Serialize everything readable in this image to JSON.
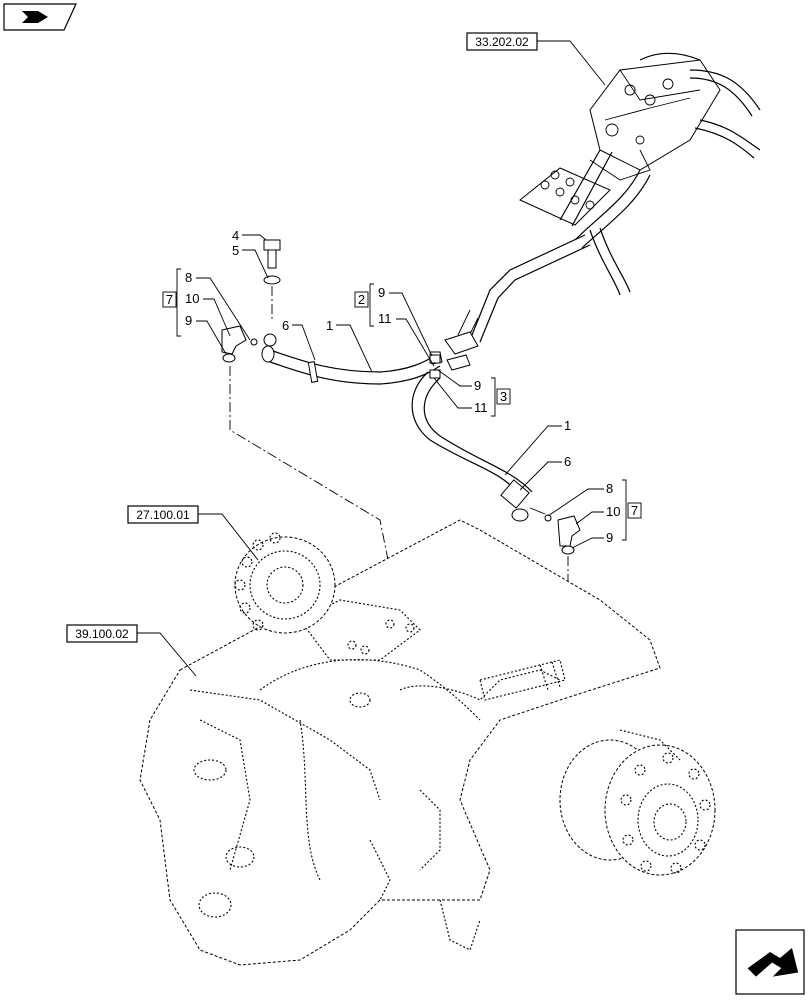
{
  "references": {
    "hydraulic_valve": "33.202.02",
    "axle_hub": "27.100.01",
    "axle_frame": "39.100.02"
  },
  "callouts": {
    "c4": "4",
    "c5": "5",
    "c8_left": "8",
    "c10_left": "10",
    "c9_left": "9",
    "c7_left": "7",
    "c6_left": "6",
    "c1_left": "1",
    "c2": "2",
    "c9_top": "9",
    "c11_top": "11",
    "c9_mid": "9",
    "c11_mid": "11",
    "c3": "3",
    "c1_right": "1",
    "c6_right": "6",
    "c8_right": "8",
    "c10_right": "10",
    "c9_right": "9",
    "c7_right": "7"
  },
  "icons": {
    "top_left": "book-arrow-icon",
    "bottom_right": "next-page-arrow-icon"
  }
}
